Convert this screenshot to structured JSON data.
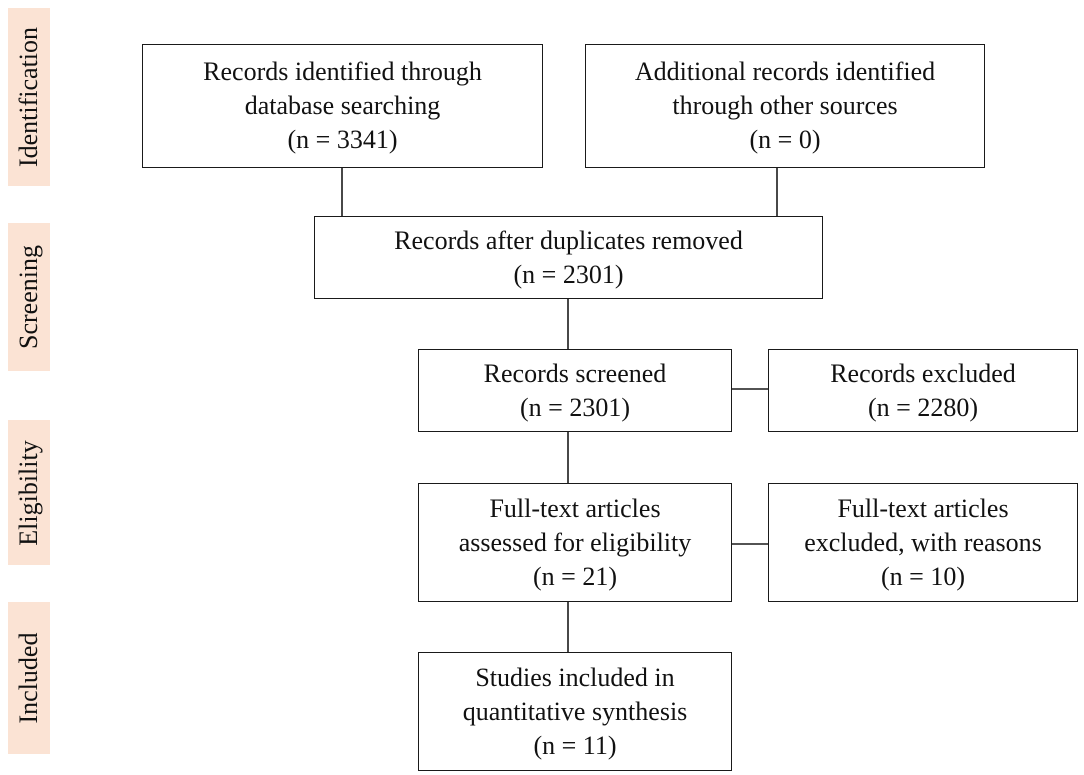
{
  "phases": {
    "identification": "Identification",
    "screening": "Screening",
    "eligibility": "Eligibility",
    "included": "Included"
  },
  "boxes": {
    "database_records": {
      "line1": "Records identified through",
      "line2": "database searching",
      "line3": "(n = 3341)"
    },
    "other_records": {
      "line1": "Additional records identified",
      "line2": "through other sources",
      "line3": "(n = 0)"
    },
    "after_duplicates": {
      "line1": "Records after duplicates removed",
      "line2": "(n = 2301)"
    },
    "screened": {
      "line1": "Records screened",
      "line2": "(n = 2301)"
    },
    "excluded": {
      "line1": "Records excluded",
      "line2": "(n = 2280)"
    },
    "fulltext_assessed": {
      "line1": "Full-text articles",
      "line2": "assessed for eligibility",
      "line3": "(n = 21)"
    },
    "fulltext_excluded": {
      "line1": "Full-text articles",
      "line2": "excluded, with reasons",
      "line3": "(n = 10)"
    },
    "included_studies": {
      "line1": "Studies included in",
      "line2": "quantitative synthesis",
      "line3": "(n = 11)"
    }
  }
}
